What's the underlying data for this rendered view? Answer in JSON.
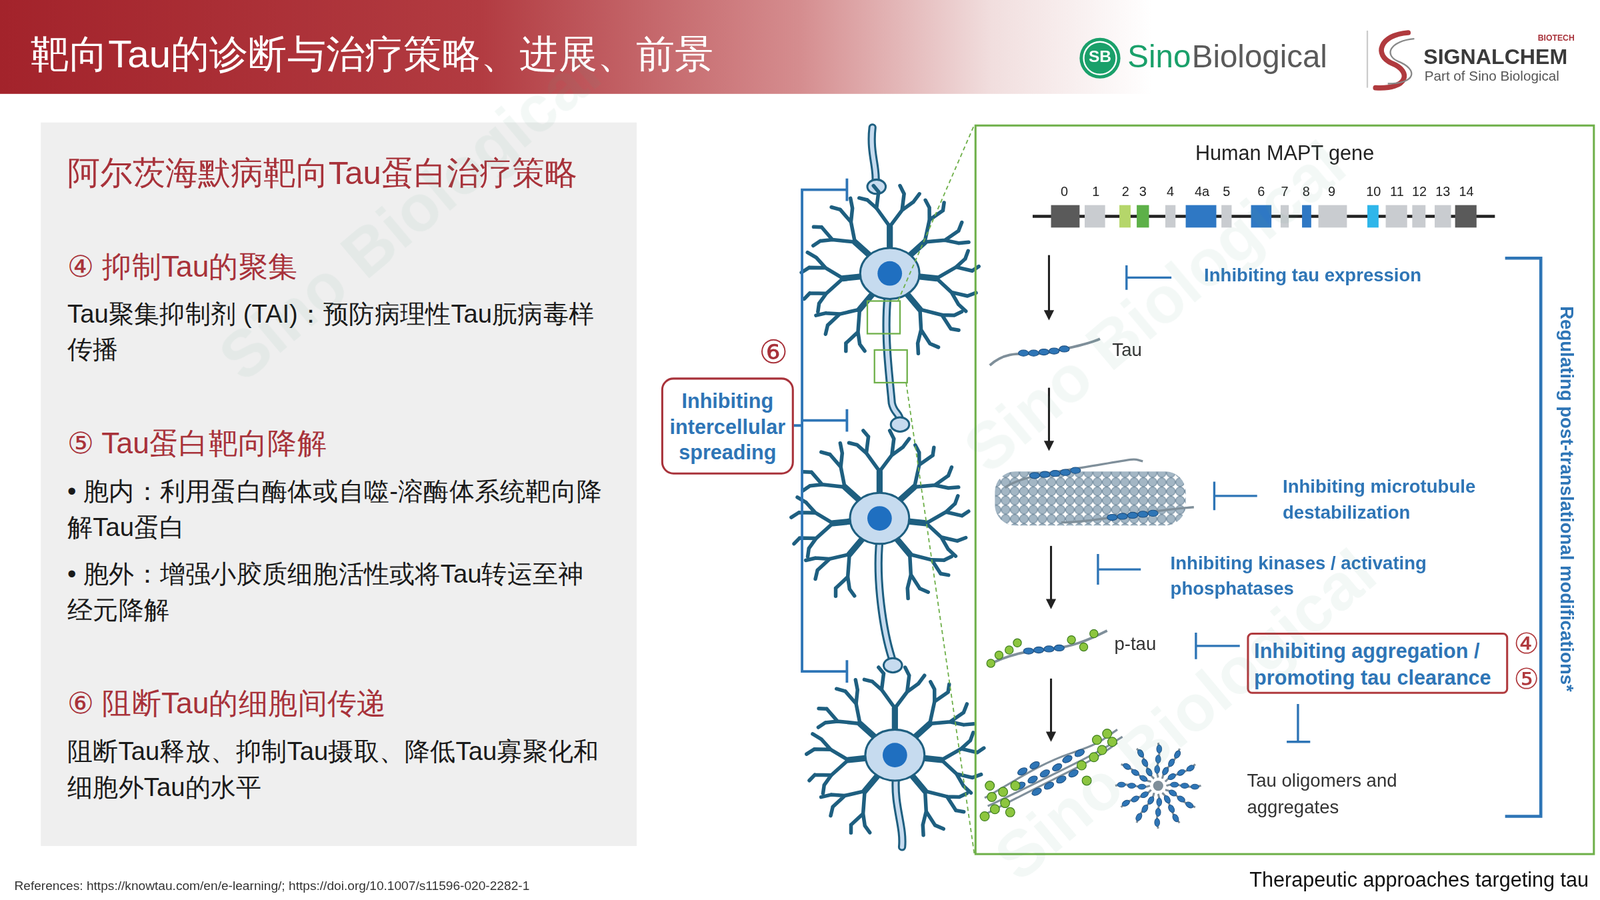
{
  "diagram": {
    "title": "靶向Tau的诊断与治疗策略、进展、前景",
    "caption": "Therapeutic approaches targeting tau",
    "nodes": [
      {
        "text": [
          "阿尔茨海默病靶向Tau蛋白治疗策略",
          "④ 抑制Tau的聚集",
          "Tau聚集抑制剂 (TAI)：预防病理性Tau朊病毒样传播",
          "⑤ Tau蛋白靶向降解",
          "• 胞内：利用蛋白酶体或自噬-溶酶体系统靶向降解Tau蛋白",
          "• 胞外：增强小胶质细胞活性或将Tau转运至神经元降解",
          "⑥ 阻断Tau的细胞间传递",
          "阻断Tau释放、抑制Tau摄取、降低Tau寡聚化和细胞外Tau的水平"
        ]
      },
      {
        "text": [
          "Inhibiting intercellular spreading"
        ]
      },
      {
        "text": [
          "Human MAPT gene"
        ]
      },
      {
        "text": [
          "Inhibiting aggregation / promoting tau clearance"
        ],
        "in": 2
      }
    ],
    "labels": [
      "Sino",
      "Biological",
      "SB",
      "SIGNALCHEM",
      "BIOTECH",
      "Part of Sino Biological",
      "0",
      "1",
      "2",
      "3",
      "4",
      "4a",
      "5",
      "6",
      "7",
      "8",
      "9",
      "10",
      "11",
      "12",
      "13",
      "14",
      "Inhibiting tau expression",
      "Tau",
      "Inhibiting microtubule destabilization",
      "Inhibiting kinases / activating phosphatases",
      "p-tau",
      "④",
      "⑤",
      "Tau oligomers and aggregates",
      "Regulating post-translational modifications*",
      "⑥",
      "References: https://knowtau.com/en/e-learning/; https://doi.org/10.1007/s11596-020-2282-1",
      "Sino Biological",
      "Sino Biological",
      "Sino Biological"
    ]
  }
}
